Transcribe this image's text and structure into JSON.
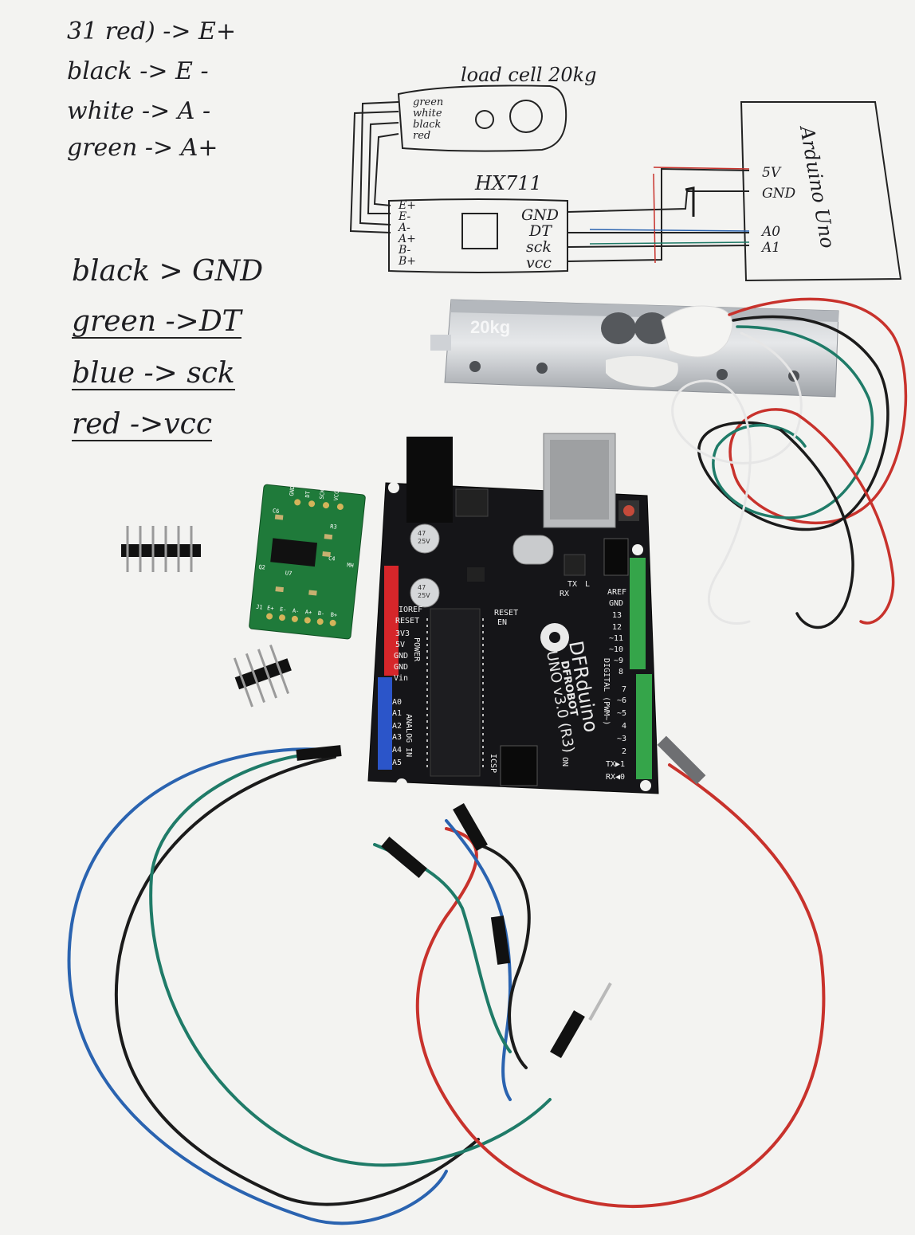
{
  "notes_top_left": [
    "31 red) -> E+",
    "black -> E -",
    "white -> A -",
    "green -> A+"
  ],
  "notes_mid_left": [
    {
      "text": "black > GND",
      "underlined": false
    },
    {
      "text": "green ->DT",
      "underlined": true
    },
    {
      "text": "blue -> sck",
      "underlined": true
    },
    {
      "text": "red ->vcc",
      "underlined": true
    }
  ],
  "diagram": {
    "load_cell_title": "load cell 20kg",
    "load_cell_wires": [
      "green",
      "white",
      "black",
      "red"
    ],
    "hx711_title": "HX711",
    "hx711_left_pins": [
      "E+",
      "E-",
      "A-",
      "A+",
      "B-",
      "B+"
    ],
    "hx711_right_pins": [
      "GND",
      "DT",
      "sck",
      "vcc"
    ],
    "arduino_title": "Arduino Uno",
    "arduino_pins": [
      "5V",
      "GND",
      "A0",
      "A1"
    ]
  },
  "photo": {
    "load_cell_label": "20kg",
    "hx711_board_pins_top": [
      "GND",
      "DT",
      "SCK",
      "VCC"
    ],
    "hx711_board_pins_bottom": [
      "E+",
      "E-",
      "A-",
      "A+",
      "B-",
      "B+"
    ],
    "hx711_board_marks": [
      "C6",
      "U7",
      "Q2",
      "R3",
      "C4",
      "J1",
      "MH"
    ],
    "arduino_brand": "DFROBOT",
    "arduino_model": "DFRduino",
    "arduino_version": "UNO v3.0 (R3)",
    "arduino_power_pins": [
      "IOREF",
      "RESET",
      "3V3",
      "5V",
      "GND",
      "GND",
      "Vin"
    ],
    "arduino_analog_pins": [
      "A0",
      "A1",
      "A2",
      "A3",
      "A4",
      "A5"
    ],
    "arduino_analog_label": "ANALOG IN",
    "arduino_power_label": "POWER",
    "arduino_digital_pins": [
      "AREF",
      "GND",
      "13",
      "12",
      "~11",
      "~10",
      "~9",
      "8",
      "7",
      "~6",
      "~5",
      "4",
      "~3",
      "2",
      "TX▶1",
      "RX◀0"
    ],
    "arduino_digital_label": "DIGITAL (PWM~)",
    "arduino_misc_labels": [
      "RX",
      "TX",
      "L",
      "RESET",
      "EN",
      "ICSP",
      "ON"
    ],
    "cap_labels": [
      "47",
      "25V"
    ]
  },
  "colors": {
    "paper": "#f3f3f1",
    "ink": "#1e1e22",
    "arduino_board": "#151518",
    "hx711_board": "#1f7a3a",
    "wire_red": "#c8322c",
    "wire_black": "#1b1b1b",
    "wire_green": "#1f7b68",
    "wire_blue": "#2a63b0",
    "wire_white": "#e9e9e9",
    "header_red": "#d6262a",
    "header_blue": "#2b55c9",
    "header_green": "#35a54a"
  }
}
